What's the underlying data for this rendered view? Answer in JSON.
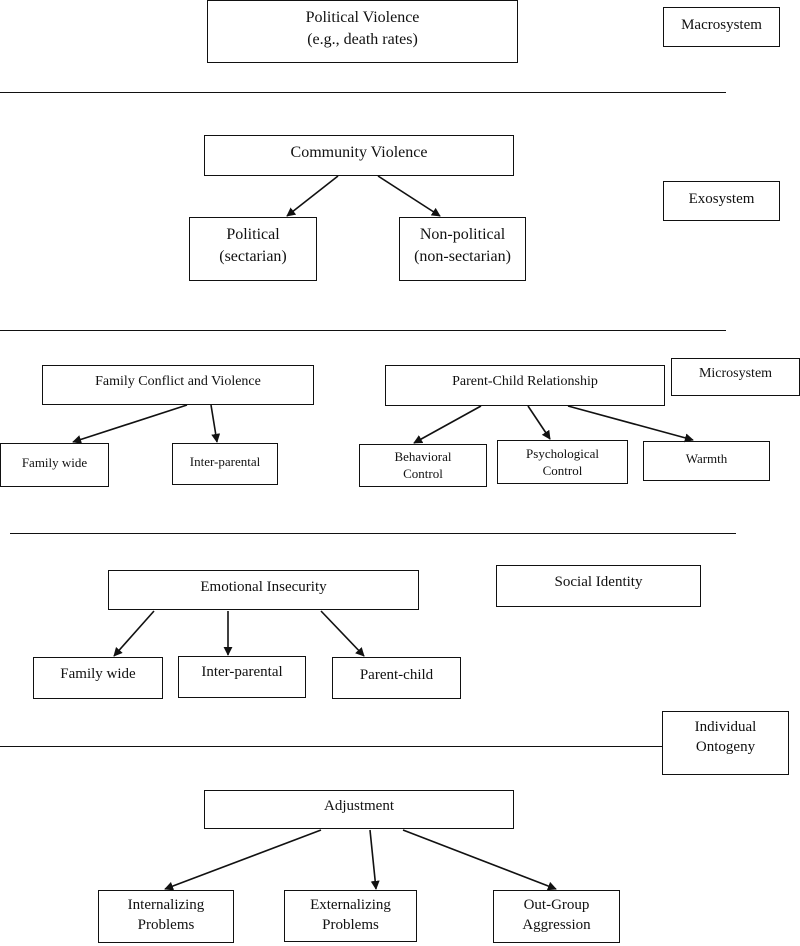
{
  "systems": {
    "macro": "Macrosystem",
    "exo": "Exosystem",
    "micro": "Microsystem",
    "individual_1": "Individual",
    "individual_2": "Ontogeny"
  },
  "macro": {
    "political_violence_1": "Political Violence",
    "political_violence_2": "(e.g., death rates)"
  },
  "exo": {
    "community_violence": "Community Violence",
    "political_1": "Political",
    "political_2": "(sectarian)",
    "nonpolitical_1": "Non-political",
    "nonpolitical_2": "(non-sectarian)"
  },
  "micro": {
    "family_conflict": "Family Conflict and Violence",
    "family_wide": "Family wide",
    "inter_parental": "Inter-parental",
    "parent_child": "Parent-Child Relationship",
    "behavioral_1": "Behavioral",
    "behavioral_2": "Control",
    "psychological_1": "Psychological",
    "psychological_2": "Control",
    "warmth": "Warmth"
  },
  "individual": {
    "emotional_insecurity": "Emotional Insecurity",
    "social_identity": "Social Identity",
    "family_wide": "Family wide",
    "inter_parental": "Inter-parental",
    "parent_child": "Parent-child"
  },
  "adjustment": {
    "title": "Adjustment",
    "internalizing_1": "Internalizing",
    "internalizing_2": "Problems",
    "externalizing_1": "Externalizing",
    "externalizing_2": "Problems",
    "outgroup_1": "Out-Group",
    "outgroup_2": "Aggression"
  }
}
